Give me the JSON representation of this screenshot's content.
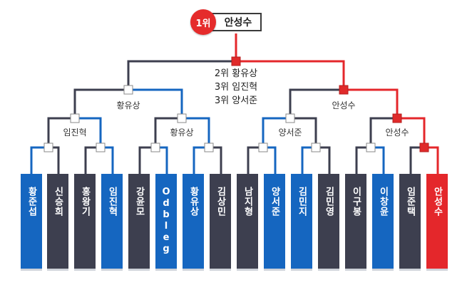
{
  "champion": {
    "rank": "1위",
    "name": "안성수"
  },
  "summary": [
    "2위 황유상",
    "3위 임진혁",
    "3위 양서준"
  ],
  "semifinal_winners": [
    "황유상",
    "안성수"
  ],
  "quarterfinal_winners": [
    "임진혁",
    "황유상",
    "양서준",
    "안성수"
  ],
  "players": [
    {
      "name": "황준섭",
      "color": "blue"
    },
    {
      "name": "신승희",
      "color": "dark"
    },
    {
      "name": "홍왕기",
      "color": "dark"
    },
    {
      "name": "임진혁",
      "color": "blue"
    },
    {
      "name": "강윤모",
      "color": "dark"
    },
    {
      "name": "Odbleg",
      "color": "blue"
    },
    {
      "name": "황유상",
      "color": "blue"
    },
    {
      "name": "김상민",
      "color": "dark"
    },
    {
      "name": "남지형",
      "color": "dark"
    },
    {
      "name": "양서준",
      "color": "blue"
    },
    {
      "name": "김민지",
      "color": "blue"
    },
    {
      "name": "김민영",
      "color": "dark"
    },
    {
      "name": "이구봉",
      "color": "dark"
    },
    {
      "name": "이창윤",
      "color": "blue"
    },
    {
      "name": "임준택",
      "color": "dark"
    },
    {
      "name": "안성수",
      "color": "red"
    }
  ],
  "colors": {
    "win": "#1566c0",
    "loss": "#3d3f4f",
    "champion": "#e4272b",
    "connector": "#3d3f4f"
  }
}
